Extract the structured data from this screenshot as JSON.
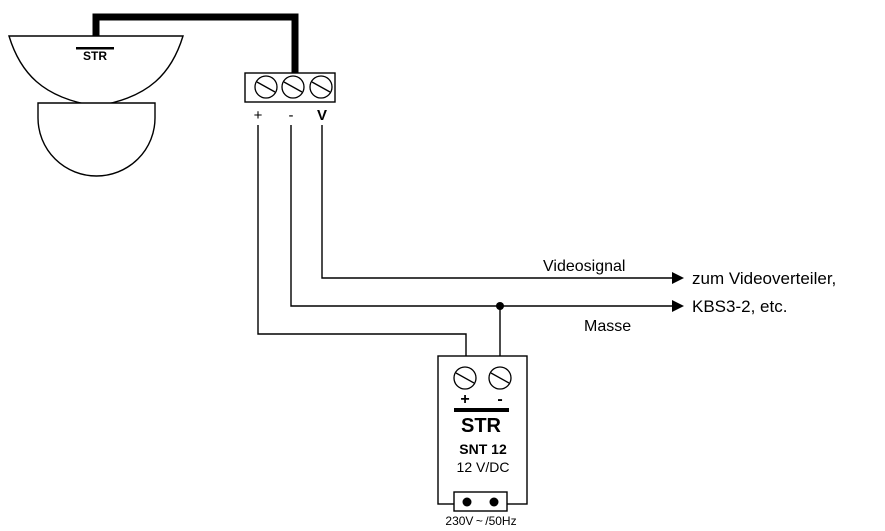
{
  "camera": {
    "logo": "STR"
  },
  "terminal_block": {
    "labels": [
      "+",
      "-",
      "V"
    ]
  },
  "signals": {
    "video_label": "Videosignal",
    "ground_label": "Masse",
    "destination_line1": "zum Videoverteiler,",
    "destination_line2": "KBS3-2, etc."
  },
  "power_supply": {
    "terminal_labels": [
      "+",
      "-"
    ],
    "logo": "STR",
    "model": "SNT 12",
    "output": "12 V/DC",
    "input": "230V ~ /50Hz"
  }
}
